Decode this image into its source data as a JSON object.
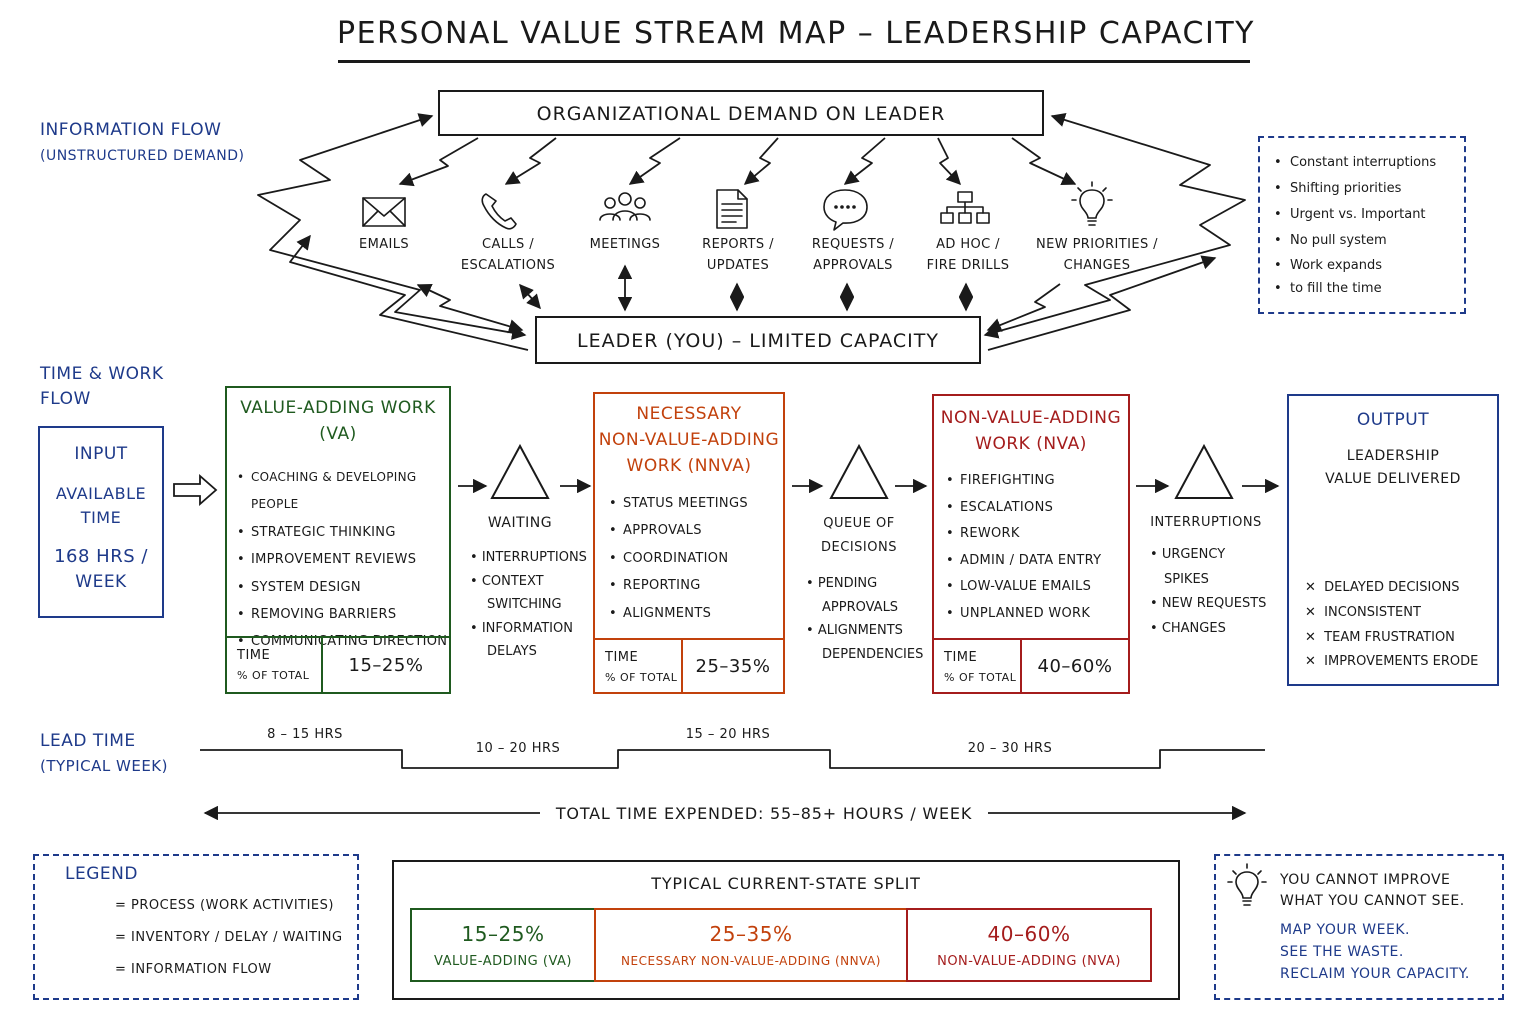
{
  "title": "PERSONAL VALUE STREAM MAP – LEADERSHIP CAPACITY",
  "info_flow": {
    "label": "INFORMATION FLOW",
    "sub": "(UNSTRUCTURED DEMAND)"
  },
  "demand_box": "ORGANIZATIONAL DEMAND ON LEADER",
  "leader_box": "LEADER (YOU) – LIMITED CAPACITY",
  "demands": [
    {
      "icon": "envelope-icon",
      "label1": "EMAILS",
      "label2": ""
    },
    {
      "icon": "phone-icon",
      "label1": "CALLS /",
      "label2": "ESCALATIONS"
    },
    {
      "icon": "people-icon",
      "label1": "MEETINGS",
      "label2": ""
    },
    {
      "icon": "document-icon",
      "label1": "REPORTS /",
      "label2": "UPDATES"
    },
    {
      "icon": "speech-bubble-icon",
      "label1": "REQUESTS /",
      "label2": "APPROVALS"
    },
    {
      "icon": "org-chart-icon",
      "label1": "AD HOC /",
      "label2": "FIRE DRILLS"
    },
    {
      "icon": "lightbulb-icon",
      "label1": "NEW PRIORITIES /",
      "label2": "CHANGES"
    }
  ],
  "notes": [
    "Constant interruptions",
    "Shifting priorities",
    "Urgent vs. Important",
    "No pull system",
    "Work expands",
    "to fill the time"
  ],
  "time_work": {
    "line1": "TIME & WORK",
    "line2": "FLOW"
  },
  "input": {
    "title": "INPUT",
    "line1": "AVAILABLE",
    "line2": "TIME",
    "hours1": "168 HRS /",
    "hours2": "WEEK"
  },
  "va": {
    "title1": "VALUE-ADDING WORK",
    "title2": "(VA)",
    "items": [
      "COACHING & DEVELOPING PEOPLE",
      "STRATEGIC THINKING",
      "IMPROVEMENT REVIEWS",
      "SYSTEM DESIGN",
      "REMOVING BARRIERS",
      "COMMUNICATING DIRECTION"
    ],
    "time_label1": "TIME",
    "time_label2": "% OF TOTAL",
    "pct": "15–25%"
  },
  "nnva": {
    "title1": "NECESSARY",
    "title2": "NON-VALUE-ADDING",
    "title3": "WORK (NNVA)",
    "items": [
      "STATUS MEETINGS",
      "APPROVALS",
      "COORDINATION",
      "REPORTING",
      "ALIGNMENTS"
    ],
    "time_label1": "TIME",
    "time_label2": "% OF TOTAL",
    "pct": "25–35%"
  },
  "nva": {
    "title1": "NON-VALUE-ADDING",
    "title2": "WORK (NVA)",
    "items": [
      "FIREFIGHTING",
      "ESCALATIONS",
      "REWORK",
      "ADMIN / DATA ENTRY",
      "LOW-VALUE EMAILS",
      "UNPLANNED WORK"
    ],
    "time_label1": "TIME",
    "time_label2": "% OF TOTAL",
    "pct": "40–60%"
  },
  "waiting": {
    "title": "WAITING",
    "items": [
      "INTERRUPTIONS",
      "CONTEXT",
      "SWITCHING",
      "INFORMATION",
      "DELAYS"
    ]
  },
  "queue": {
    "title1": "QUEUE OF",
    "title2": "DECISIONS",
    "items": [
      "PENDING",
      "APPROVALS",
      "ALIGNMENTS",
      "DEPENDENCIES"
    ]
  },
  "interruptions": {
    "title": "INTERRUPTIONS",
    "items": [
      "URGENCY",
      "SPIKES",
      "NEW REQUESTS",
      "CHANGES"
    ]
  },
  "output": {
    "title": "OUTPUT",
    "line1": "LEADERSHIP",
    "line2": "VALUE DELIVERED",
    "items": [
      "DELAYED DECISIONS",
      "INCONSISTENT",
      "TEAM FRUSTRATION",
      "IMPROVEMENTS ERODE"
    ],
    "x_mark": "✕"
  },
  "lead_time": {
    "label1": "LEAD TIME",
    "label2": "(TYPICAL WEEK)",
    "segments": [
      "8 – 15 HRS",
      "10 – 20 HRS",
      "15 – 20 HRS",
      "20 – 30 HRS"
    ]
  },
  "total": "TOTAL TIME EXPENDED: 55–85+ HOURS / WEEK",
  "legend": {
    "title": "LEGEND",
    "process": "= PROCESS (WORK ACTIVITIES)",
    "inventory": "= INVENTORY / DELAY / WAITING",
    "info": "= INFORMATION FLOW"
  },
  "split": {
    "title": "TYPICAL CURRENT-STATE SPLIT",
    "cells": [
      {
        "pct": "15–25%",
        "label": "VALUE-ADDING (VA)"
      },
      {
        "pct": "25–35%",
        "label": "NECESSARY NON-VALUE-ADDING (NNVA)"
      },
      {
        "pct": "40–60%",
        "label": "NON-VALUE-ADDING (NVA)"
      }
    ]
  },
  "callout": {
    "line1": "YOU CANNOT IMPROVE",
    "line2": "WHAT YOU CANNOT SEE.",
    "line3": "MAP YOUR WEEK.",
    "line4": "SEE THE WASTE.",
    "line5": "RECLAIM YOUR CAPACITY."
  },
  "colors": {
    "navy": "#1e3a8a",
    "green": "#1f5a1f",
    "orange": "#c2410c",
    "red": "#a41c1c",
    "ink": "#1a1a1a"
  }
}
